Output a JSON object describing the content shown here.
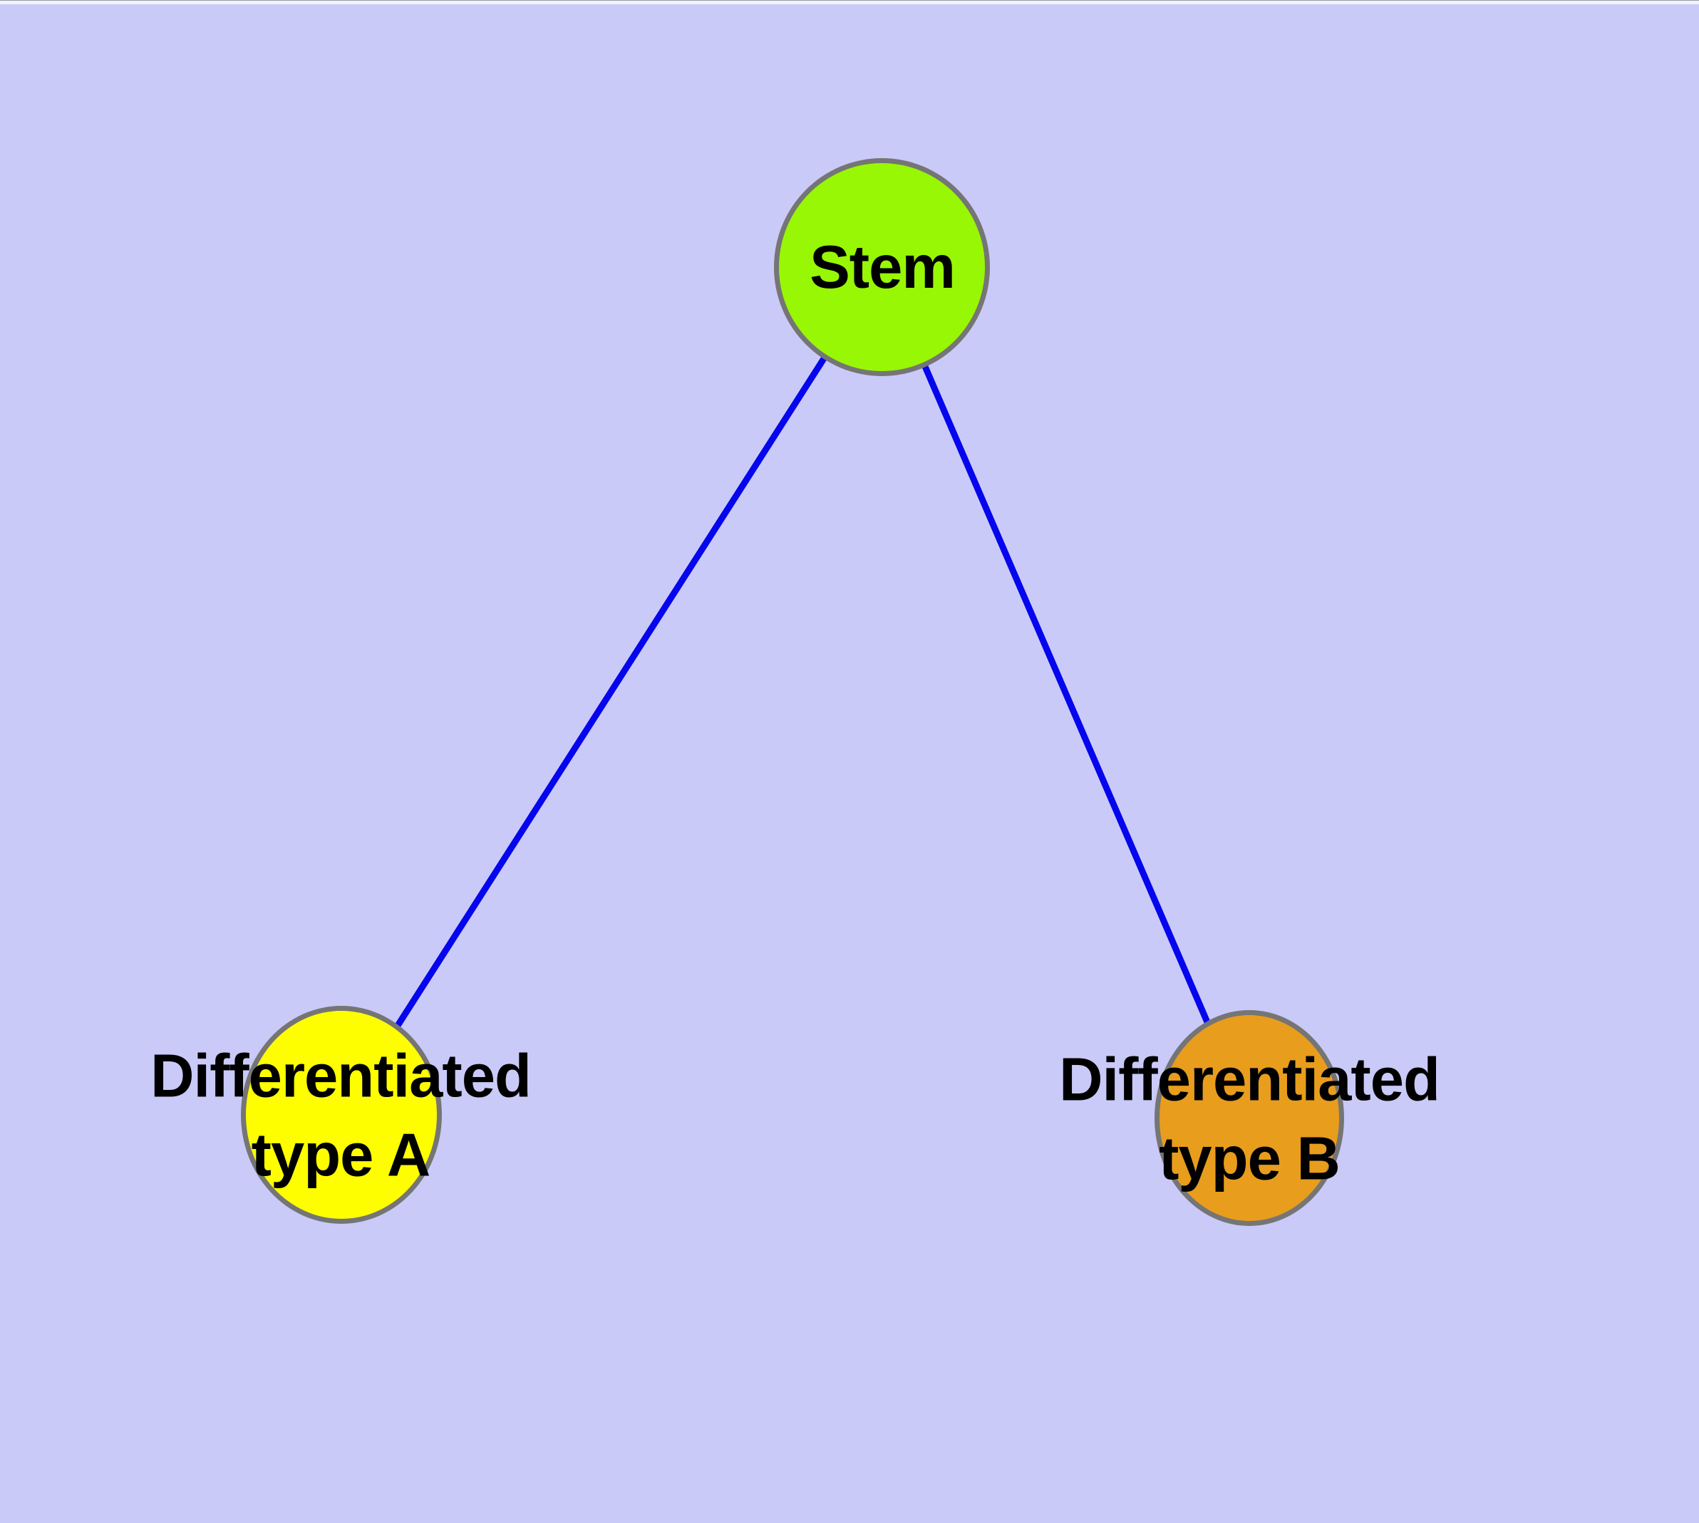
{
  "diagram": {
    "background_color": "#cacaf8",
    "node_border_color": "#757575",
    "edge_color": "#0505ee",
    "nodes": {
      "stem": {
        "label": "Stem",
        "fill": "#98f704"
      },
      "type_a": {
        "line1": "Differentiated",
        "line2": "type A",
        "fill": "#fefe00"
      },
      "type_b": {
        "line1": "Differentiated",
        "line2": "type B",
        "fill": "#e89d1d"
      }
    },
    "edges": [
      {
        "from": "stem",
        "to": "type_a"
      },
      {
        "from": "stem",
        "to": "type_b"
      }
    ]
  }
}
